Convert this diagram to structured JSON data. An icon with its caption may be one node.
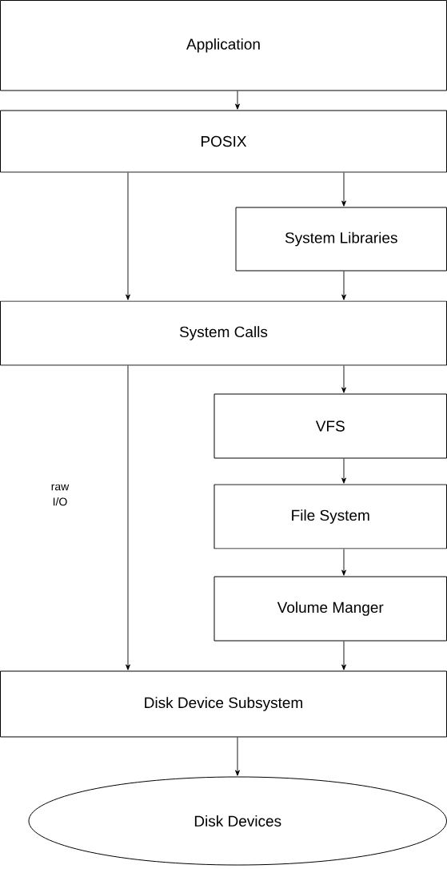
{
  "diagram": {
    "nodes": [
      {
        "text": [
          "Application"
        ]
      },
      {
        "text": [
          "POSIX"
        ]
      },
      {
        "text": [
          "System Libraries"
        ]
      },
      {
        "text": [
          "System Calls"
        ]
      },
      {
        "text": [
          "VFS"
        ]
      },
      {
        "text": [
          "File System"
        ]
      },
      {
        "text": [
          "Volume Manger"
        ]
      },
      {
        "text": [
          "Disk Device Subsystem"
        ]
      },
      {
        "text": [
          "Disk Devices"
        ]
      }
    ],
    "edges": [
      {
        "from": 0,
        "to": 1,
        "arrow": "to"
      },
      {
        "from": 1,
        "to": 2,
        "arrow": "to"
      },
      {
        "from": 1,
        "to": 3,
        "arrow": "to"
      },
      {
        "from": 2,
        "to": 3,
        "arrow": "to"
      },
      {
        "from": 3,
        "to": 4,
        "arrow": "to"
      },
      {
        "from": 4,
        "to": 5,
        "arrow": "to"
      },
      {
        "from": 5,
        "to": 6,
        "arrow": "to"
      },
      {
        "from": 3,
        "to": 7,
        "arrow": "to"
      },
      {
        "from": 6,
        "to": 7,
        "arrow": "to"
      },
      {
        "from": 7,
        "to": 8,
        "arrow": "to"
      }
    ],
    "labels": [
      "raw I/O"
    ]
  }
}
